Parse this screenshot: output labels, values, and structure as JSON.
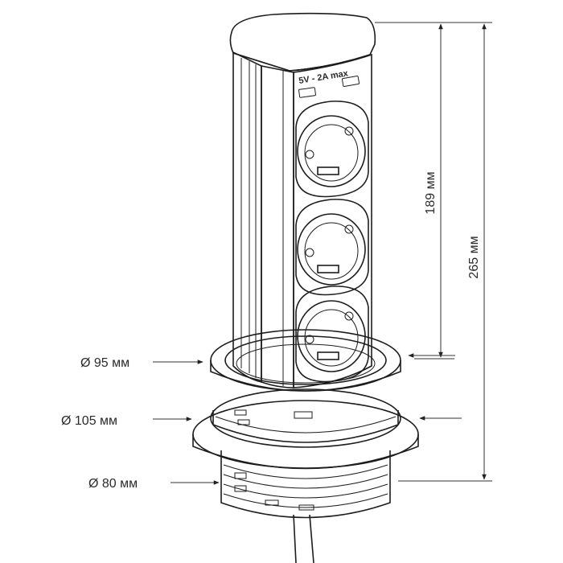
{
  "usb_label": "5V - 2A max",
  "dimensions": {
    "height_socket_block": "189 мм",
    "height_total": "265 мм",
    "diameter_top_flange": "Ø 95 мм",
    "diameter_collar": "Ø 105 мм",
    "diameter_body": "Ø 80 мм"
  },
  "sockets": [
    "socket-1",
    "socket-2",
    "socket-3"
  ],
  "colors": {
    "line": "#1d1d1d",
    "fill": "#f2f2f2",
    "top": "#d6d6d6"
  }
}
